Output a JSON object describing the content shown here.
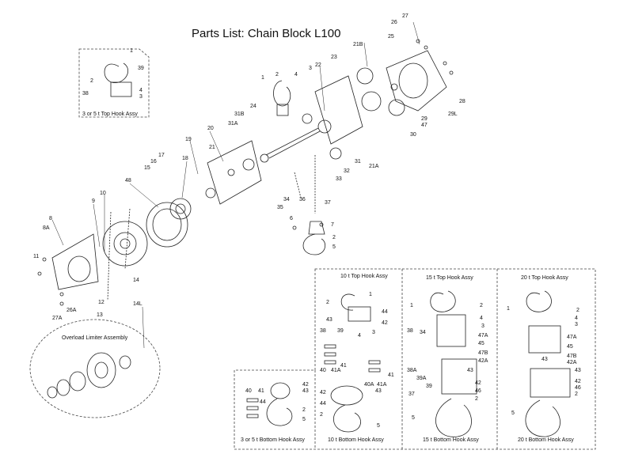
{
  "title": "Parts List: Chain Block L100",
  "insets": {
    "top_hook_3_5": "3 or 5 t Top Hook Assy",
    "overload": "Overload Limiter Assembly",
    "top_10": "10 t Top Hook Assy",
    "top_15": "15 t  Top Hook Assy",
    "top_20": "20 t Top Hook Assy",
    "bottom_3_5": "3 or 5 t Bottom Hook Assy",
    "bottom_10": "10 t Bottom Hook Assy",
    "bottom_15": "15 t Bottom Hook Assy",
    "bottom_20": "20 t Bottom Hook Assy"
  },
  "part_numbers": {
    "main": [
      "27",
      "26",
      "25",
      "21B",
      "22",
      "23",
      "1",
      "2",
      "4",
      "3",
      "24",
      "31B",
      "31A",
      "20",
      "21",
      "19",
      "18",
      "17",
      "16",
      "15",
      "48",
      "10",
      "9",
      "8",
      "8A",
      "12",
      "13",
      "14",
      "14L",
      "26A",
      "27A",
      "11",
      "29",
      "28",
      "29L",
      "47",
      "30",
      "31",
      "21A",
      "32",
      "33",
      "36",
      "34",
      "35",
      "37",
      "6",
      "7",
      "2",
      "5"
    ],
    "top_hook_3_5": [
      "1",
      "2",
      "39",
      "4",
      "3",
      "38"
    ],
    "top_10": [
      "1",
      "2",
      "44",
      "43",
      "42",
      "38",
      "39",
      "4",
      "3",
      "41",
      "40",
      "41A"
    ],
    "top_15": [
      "1",
      "2",
      "4",
      "3",
      "47A",
      "45",
      "47B",
      "42A",
      "38",
      "34",
      "39A",
      "43",
      "42",
      "46",
      "2",
      "38A",
      "39",
      "5",
      "37"
    ],
    "top_20": [
      "1",
      "2",
      "4",
      "3",
      "47A",
      "45",
      "47B",
      "42A",
      "43",
      "42",
      "46",
      "2",
      "5"
    ],
    "bottom_3_5": [
      "42",
      "43",
      "40",
      "41",
      "44",
      "2",
      "5"
    ],
    "bottom_10": [
      "40A",
      "41",
      "41A",
      "42",
      "43",
      "44",
      "2",
      "5"
    ]
  }
}
